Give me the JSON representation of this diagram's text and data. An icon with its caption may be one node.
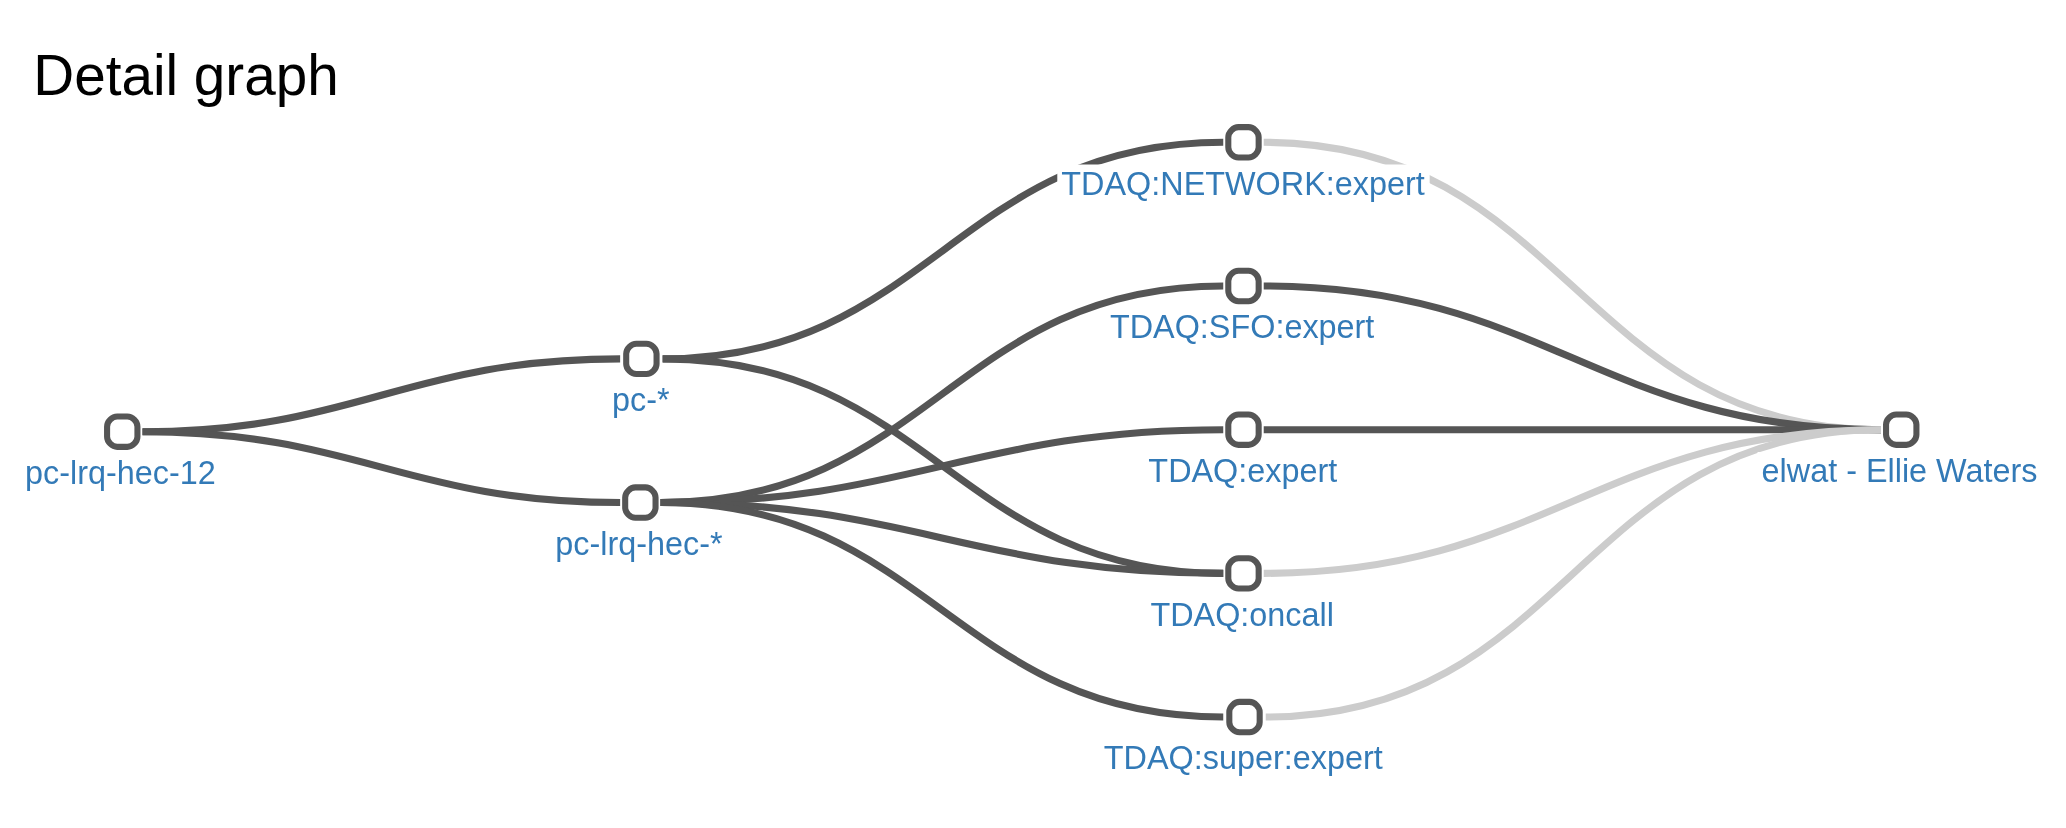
{
  "diagram": {
    "title": "Detail graph",
    "nodes": [
      {
        "text": [
          "pc-lrq-hec-12"
        ]
      },
      {
        "text": [
          "pc-*"
        ]
      },
      {
        "text": [
          "pc-lrq-hec-*"
        ]
      },
      {
        "text": [
          "TDAQ:NETWORK:expert"
        ]
      },
      {
        "text": [
          "TDAQ:SFO:expert"
        ]
      },
      {
        "text": [
          "TDAQ:expert"
        ]
      },
      {
        "text": [
          "TDAQ:oncall"
        ]
      },
      {
        "text": [
          "TDAQ:super:expert"
        ]
      },
      {
        "text": [
          "elwat - Ellie Waters"
        ]
      }
    ],
    "edges": [
      {
        "from": 0,
        "to": 1,
        "arrow": "none"
      },
      {
        "from": 0,
        "to": 2,
        "arrow": "none"
      },
      {
        "from": 1,
        "to": 3,
        "arrow": "none"
      },
      {
        "from": 1,
        "to": 6,
        "arrow": "none"
      },
      {
        "from": 2,
        "to": 4,
        "arrow": "none"
      },
      {
        "from": 2,
        "to": 5,
        "arrow": "none"
      },
      {
        "from": 2,
        "to": 6,
        "arrow": "none"
      },
      {
        "from": 2,
        "to": 7,
        "arrow": "none"
      },
      {
        "from": 3,
        "to": 8,
        "arrow": "none",
        "color": "#cccccc"
      },
      {
        "from": 4,
        "to": 8,
        "arrow": "none"
      },
      {
        "from": 5,
        "to": 8,
        "arrow": "none"
      },
      {
        "from": 6,
        "to": 8,
        "arrow": "none",
        "color": "#cccccc"
      },
      {
        "from": 7,
        "to": 8,
        "arrow": "none",
        "color": "#cccccc"
      }
    ]
  }
}
